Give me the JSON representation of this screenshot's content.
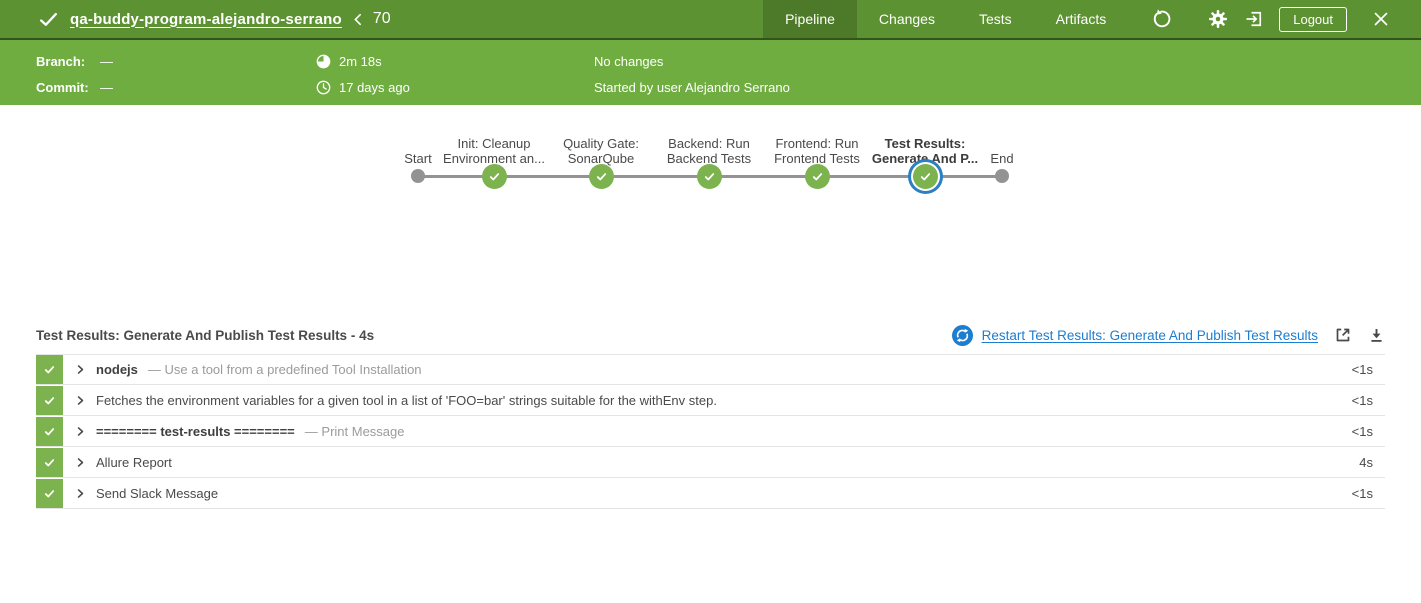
{
  "topbar": {
    "project": "qa-buddy-program-alejandro-serrano",
    "run_number": "70",
    "tabs": [
      {
        "label": "Pipeline",
        "active": true
      },
      {
        "label": "Changes",
        "active": false
      },
      {
        "label": "Tests",
        "active": false
      },
      {
        "label": "Artifacts",
        "active": false
      }
    ],
    "logout_label": "Logout"
  },
  "subheader": {
    "branch_label": "Branch:",
    "branch_value": "—",
    "commit_label": "Commit:",
    "commit_value": "—",
    "duration": "2m 18s",
    "completed_ago": "17 days ago",
    "changes_text": "No changes",
    "started_by_text": "Started by user Alejandro Serrano"
  },
  "pipeline": {
    "nodes": [
      {
        "lines": [
          "Start"
        ],
        "kind": "terminal",
        "selected": false
      },
      {
        "lines": [
          "Init: Cleanup",
          "Environment an..."
        ],
        "kind": "success",
        "selected": false
      },
      {
        "lines": [
          "Quality Gate:",
          "SonarQube"
        ],
        "kind": "success",
        "selected": false
      },
      {
        "lines": [
          "Backend: Run",
          "Backend Tests"
        ],
        "kind": "success",
        "selected": false
      },
      {
        "lines": [
          "Frontend: Run",
          "Frontend Tests"
        ],
        "kind": "success",
        "selected": false
      },
      {
        "lines": [
          "Test Results:",
          "Generate And P..."
        ],
        "kind": "success",
        "selected": true
      },
      {
        "lines": [
          "End"
        ],
        "kind": "terminal",
        "selected": false
      }
    ]
  },
  "results": {
    "title": "Test Results: Generate And Publish Test Results - 4s",
    "restart_link": "Restart Test Results: Generate And Publish Test Results",
    "steps": [
      {
        "name": "nodejs",
        "bold": true,
        "desc": "— Use a tool from a predefined Tool Installation",
        "duration": "<1s"
      },
      {
        "name": "Fetches the environment variables for a given tool in a list of 'FOO=bar' strings suitable for the withEnv step.",
        "bold": false,
        "desc": "",
        "duration": "<1s"
      },
      {
        "name": "======== test-results ========",
        "bold": true,
        "desc": "— Print Message",
        "duration": "<1s"
      },
      {
        "name": "Allure Report",
        "bold": false,
        "desc": "",
        "duration": "4s"
      },
      {
        "name": "Send Slack Message",
        "bold": false,
        "desc": "",
        "duration": "<1s"
      }
    ]
  },
  "colors": {
    "topbar_green": "#5c9231",
    "active_tab_green": "#4d7a28",
    "subheader_green": "#6fad40",
    "success_green": "#7cb34e",
    "terminal_gray": "#949393",
    "selected_ring_blue": "#2c7fc2",
    "link_blue": "#1d7dcf"
  },
  "icons": {
    "run_status": "check-icon",
    "duration": "stopwatch-icon",
    "completed": "clock-icon",
    "topbar_actions": [
      "rerun-icon",
      "gear-icon",
      "exit-to-classic-icon",
      "close-icon"
    ],
    "results_actions": [
      "restart-sync-icon",
      "open-in-new-tab-icon",
      "download-icon"
    ]
  }
}
